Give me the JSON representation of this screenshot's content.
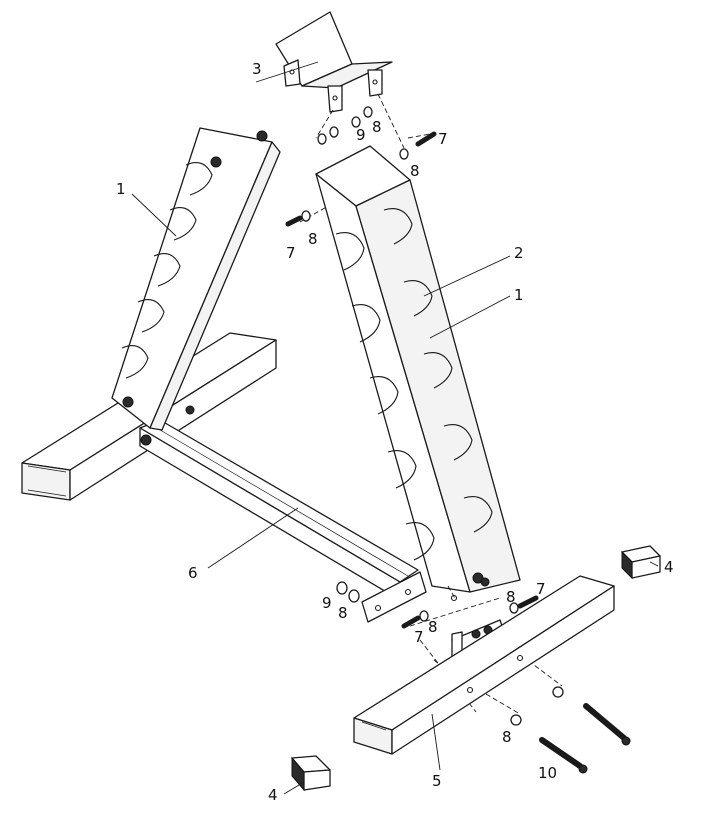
{
  "callouts": {
    "c1a": "1",
    "c1b": "1",
    "c2": "2",
    "c3": "3",
    "c4a": "4",
    "c4b": "4",
    "c5": "5",
    "c6": "6",
    "c7a": "7",
    "c7b": "7",
    "c7c": "7",
    "c7d": "7",
    "c8a": "8",
    "c8b": "8",
    "c8c": "8",
    "c8d": "8",
    "c8e": "8",
    "c8f": "8",
    "c8g": "8",
    "c9a": "9",
    "c9b": "9",
    "c10": "10"
  }
}
